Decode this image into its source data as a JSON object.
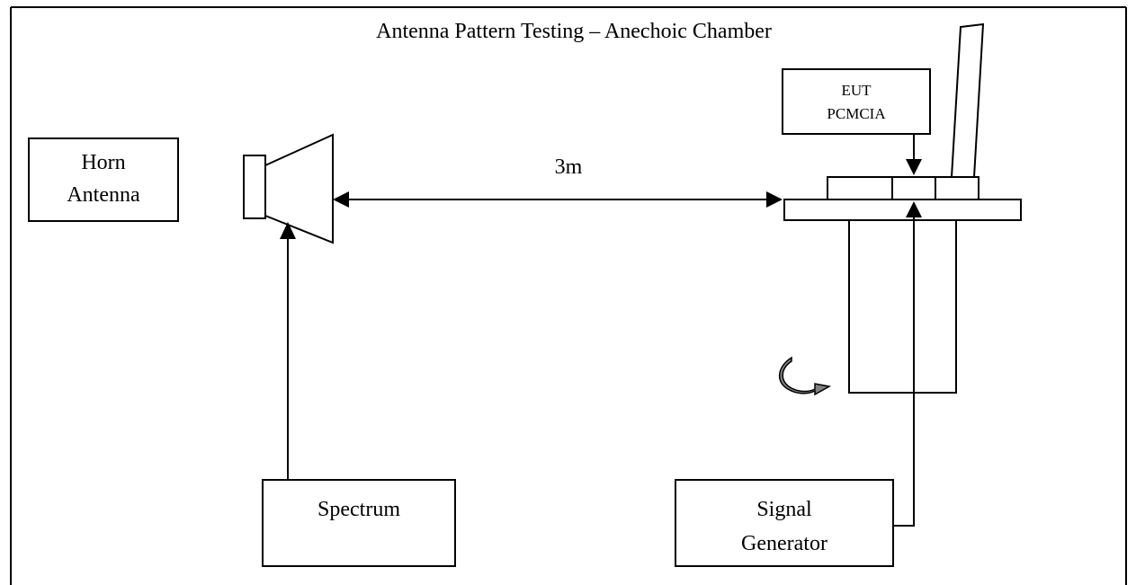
{
  "title": "Antenna Pattern Testing – Anechoic Chamber",
  "horn_antenna": {
    "line1": "Horn",
    "line2": "Antenna"
  },
  "eut": {
    "line1": "EUT",
    "line2": "PCMCIA"
  },
  "distance_label": "3m",
  "spectrum_label": "Spectrum",
  "signal_generator": {
    "line1": "Signal",
    "line2": "Generator"
  },
  "colors": {
    "line": "#000000",
    "rotation_arrow_fill": "#808080"
  }
}
